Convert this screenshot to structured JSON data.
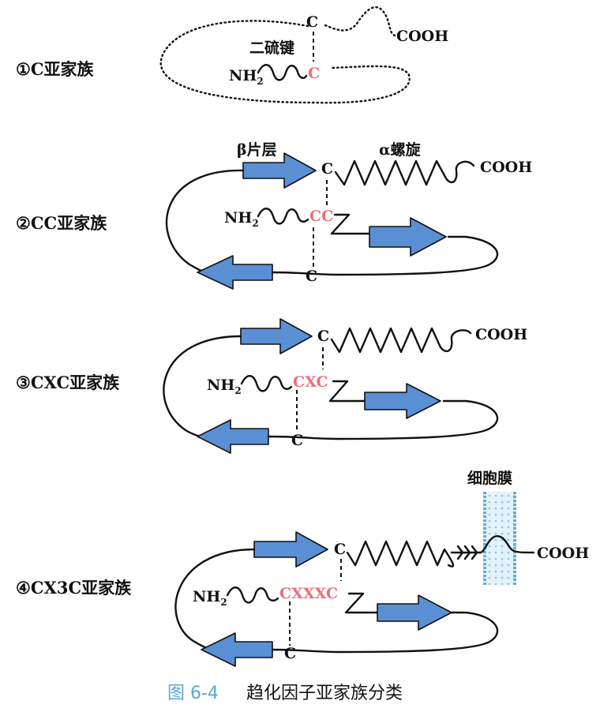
{
  "families": [
    {
      "label": "①C亚家族",
      "motif": "C"
    },
    {
      "label": "②CC亚家族",
      "motif": "CC"
    },
    {
      "label": "③CXC亚家族",
      "motif": "CXC"
    },
    {
      "label": "④CX3C亚家族",
      "motif": "CXXXC"
    }
  ],
  "residues": {
    "cys": "C",
    "nh2": "NH",
    "nh2_sub": "2",
    "cooh": "COOH"
  },
  "labels": {
    "disulfide": "二硫键",
    "beta_sheet": "β片层",
    "alpha_helix": "α螺旋",
    "membrane": "细胞膜"
  },
  "caption": {
    "figure_number": "图 6-4",
    "title": "趋化因子亚家族分类"
  },
  "colors": {
    "motif_red": "#e8707a",
    "arrow_blue": "#5b8fd3",
    "membrane_blue": "#7fb4e6",
    "caption_blue": "#5aa7d8"
  }
}
